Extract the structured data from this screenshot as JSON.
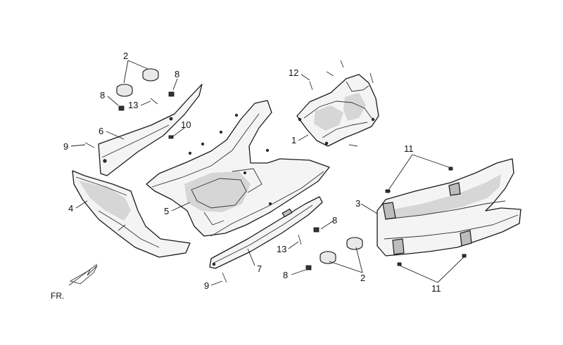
{
  "callouts": {
    "c1": "1",
    "c2a": "2",
    "c2b": "2",
    "c3": "3",
    "c4": "4",
    "c5": "5",
    "c6": "6",
    "c7": "7",
    "c8a": "8",
    "c8b": "8",
    "c8c": "8",
    "c8d": "8",
    "c9a": "9",
    "c9b": "9",
    "c10": "10",
    "c11a": "11",
    "c11b": "11",
    "c12": "12",
    "c13a": "13",
    "c13b": "13"
  },
  "orientation": {
    "label": "FR."
  }
}
